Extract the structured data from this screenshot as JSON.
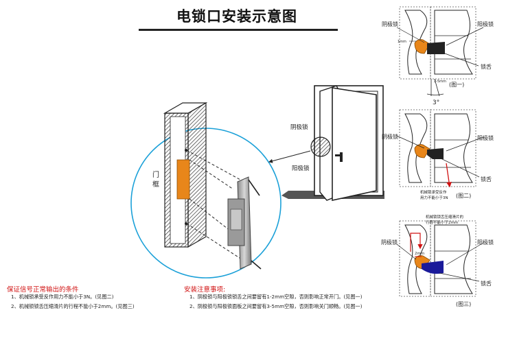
{
  "title": "电锁口安装示意图",
  "labels": {
    "cathode_lock": "阴极锁",
    "anode_lock": "阳极锁",
    "lock_tongue": "锁舌",
    "door_frame": "门\n框",
    "gap_1mm": "1mm",
    "gap_2_5mm": "2-5mm",
    "angle": "3°",
    "gap_2mm": "2mm"
  },
  "figures": {
    "fig1": "(图一)",
    "fig2": "(图二)",
    "fig3": "(图三)"
  },
  "fig2_note": [
    "机械锁承受反作",
    "用力不能小于3N"
  ],
  "fig3_note": [
    "机械锁锁舌压缩滑片的",
    "行程不能小于2mm"
  ],
  "conditions": {
    "heading": "保证信号正常输出的条件",
    "items": [
      "1、机械锁承受反作用力不能小于3N。(见图二)",
      "2、机械锁锁舌压缩滑片的行程不能小于2mm。(见图三)"
    ]
  },
  "install_notes": {
    "heading": "安装注意事项:",
    "items": [
      "1、阴极锁与阳极锁锁舌之间要留有1-2mm空隙，否则影响正常开门。(见图一)",
      "2、阴极锁与阳极锁面板之间要留有3-5mm空隙，否则影响关门顺畅。(见图一)"
    ]
  },
  "colors": {
    "accent_orange": "#e8861a",
    "arrow_red": "#d01010",
    "circle_blue": "#1aa0d8",
    "tongue_blue": "#1a1a9a"
  }
}
